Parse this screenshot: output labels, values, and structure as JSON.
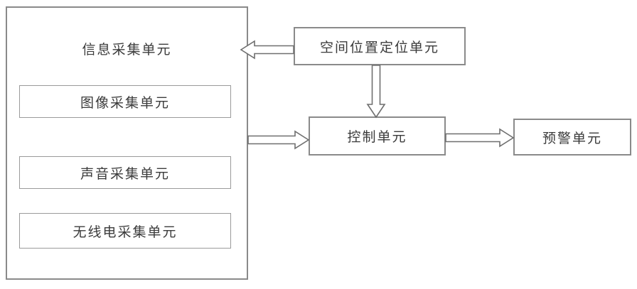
{
  "diagram": {
    "type": "block-diagram",
    "language": "zh-CN",
    "colors": {
      "box_border": "#8a8a8a",
      "box_fill": "#ffffff",
      "text": "#3b3b3b",
      "arrow_stroke": "#6f6f6f",
      "arrow_fill": "#ffffff",
      "background": "#ffffff"
    },
    "group": {
      "title": "信息采集单元",
      "children": [
        {
          "label": "图像采集单元"
        },
        {
          "label": "声音采集单元"
        },
        {
          "label": "无线电采集单元"
        }
      ]
    },
    "nodes": [
      {
        "id": "spatial",
        "label": "空间位置定位单元"
      },
      {
        "id": "control",
        "label": "控制单元"
      },
      {
        "id": "warning",
        "label": "预警单元"
      }
    ],
    "connections": [
      {
        "from": "空间位置定位单元",
        "to": "信息采集单元",
        "direction": "left",
        "style": "hollow-block-arrow"
      },
      {
        "from": "空间位置定位单元",
        "to": "控制单元",
        "direction": "down",
        "style": "hollow-block-arrow"
      },
      {
        "from": "信息采集单元",
        "to": "控制单元",
        "direction": "right",
        "style": "hollow-block-arrow"
      },
      {
        "from": "控制单元",
        "to": "预警单元",
        "direction": "right",
        "style": "hollow-block-arrow"
      }
    ]
  }
}
